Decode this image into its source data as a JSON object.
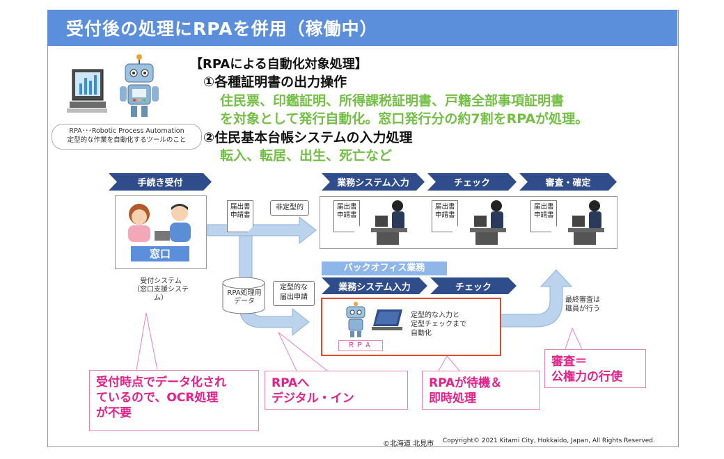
{
  "title": "受付後の処理にRPAを併用（稼働中）",
  "rpa_targets": {
    "heading": "【RPAによる自動化対象処理】",
    "item1_title": "①各種証明書の出力操作",
    "item1_line1": "住民票、印鑑証明、所得課税証明書、戸籍全部事項証明書",
    "item1_line2": "を対象として発行自動化。窓口発行分の約7割をRPAが処理。",
    "item2_title": "②住民基本台帳システムの入力処理",
    "item2_line1": "転入、転居、出生、死亡など"
  },
  "rpa_def": {
    "line1": "RPA･･･Robotic Process Automation",
    "line2": "定型的な作業を自動化するツールのこと"
  },
  "flow": {
    "step_reception": "手続き受付",
    "step_input": "業務システム入力",
    "step_check": "チェック",
    "step_review": "審査・確定",
    "window": "窓口",
    "reception_caption1": "受付システム",
    "reception_caption2": "（窓口支援システム）",
    "doc_line1": "届出書",
    "doc_line2": "申請書",
    "nonstandard": "非定型的",
    "rpa_data_line1": "RPA処理用",
    "rpa_data_line2": "データ",
    "standard_line1": "定型的な",
    "standard_line2": "届出申請",
    "back_office": "バックオフィス業務",
    "bo_input": "業務システム入力",
    "bo_check": "チェック",
    "rpa_label": "ＲＰＡ",
    "auto_line1": "定型的な入力と",
    "auto_line2": "定型チェックまで",
    "auto_line3": "自動化",
    "final_line1": "最終審査は",
    "final_line2": "職員が行う"
  },
  "callouts": {
    "c1_line1": "受付時点でデータ化され",
    "c1_line2": "ているので、OCR処理",
    "c1_line3": "が不要",
    "c2_line1": "RPAへ",
    "c2_line2": "デジタル・イン",
    "c3_line1": "RPAが待機＆",
    "c3_line2": "即時処理",
    "c4_line1": "審査＝",
    "c4_line2": "公権力の行使"
  },
  "footer": {
    "org": "©北海道 北見市",
    "copyright": "Copyright© 2021 Kitami City, Hokkaido, Japan, All Rights Reserved."
  },
  "colors": {
    "title_bar": "#5b8fdc",
    "chevron": "#2f4d8a",
    "green_text": "#72bf44",
    "callout_pink": "#e0228a",
    "arrow_blue": "#bcd3ee",
    "rpa_box_red": "#e34a2f"
  }
}
